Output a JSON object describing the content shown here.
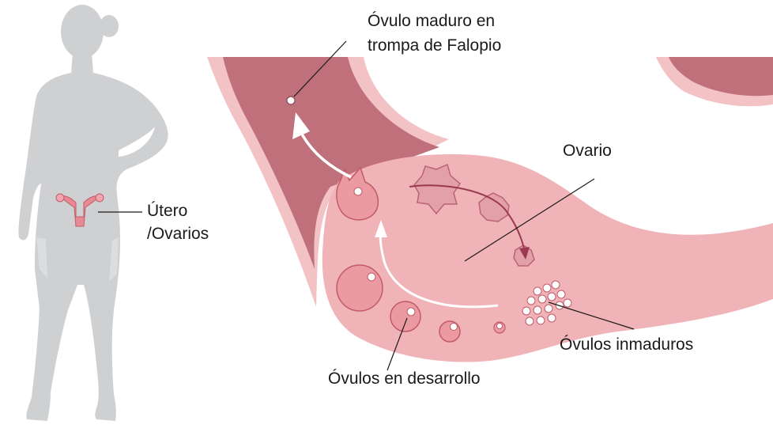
{
  "labels": {
    "mature_egg_line1": "Óvulo maduro en",
    "mature_egg_line2": "trompa de Falopio",
    "ovary": "Ovario",
    "uterus_line1": "Útero",
    "uterus_line2": "/Ovarios",
    "developing_eggs": "Óvulos en desarrollo",
    "immature_eggs": "Óvulos inmaduros"
  },
  "colors": {
    "silhouette": "#cfd0d2",
    "ovary_fill": "#f0b3b7",
    "tube_dark": "#c0707a",
    "tube_light": "#f3c2c4",
    "follicle": "#eb9aa1",
    "follicle_stroke": "#c25a68",
    "arrow": "#ffffff",
    "leader_line": "#1a1a1a"
  }
}
